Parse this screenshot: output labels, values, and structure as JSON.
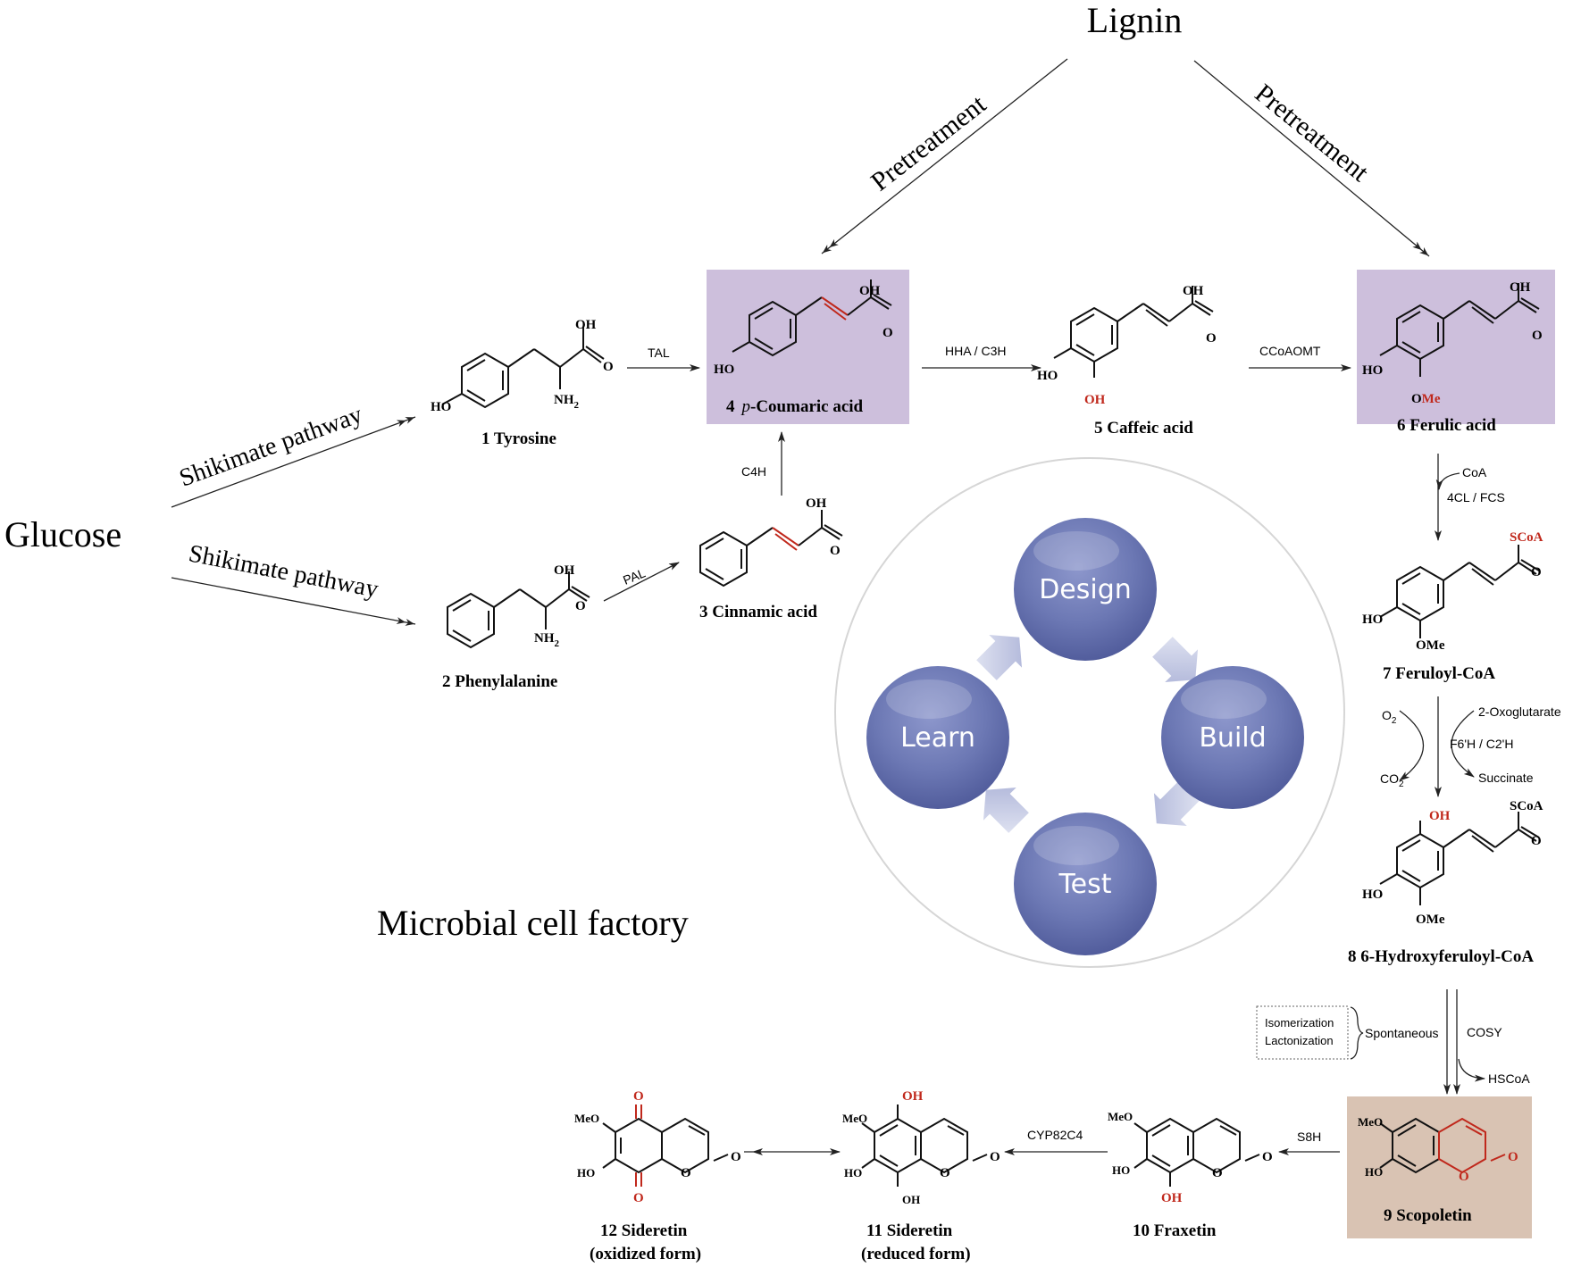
{
  "title": "Lignin",
  "glucose": "Glucose",
  "factory": "Microbial cell factory",
  "routes": {
    "pre_left": "Pretreatment",
    "pre_right": "Pretreatment",
    "shik_up": "Shikimate pathway",
    "shik_down": "Shikimate pathway"
  },
  "enzymes": {
    "tal": "TAL",
    "pal": "PAL",
    "c4h": "C4H",
    "hha": "HHA / C3H",
    "ccoaomt": "CCoAOMT",
    "coa": "CoA",
    "cl4": "4CL / FCS",
    "o2": "O",
    "o2_sub": "2",
    "oxo": "2-Oxoglutarate",
    "f6h": "F6'H / C2'H",
    "co2": "CO",
    "co2_sub": "2",
    "succ": "Succinate",
    "isom": "Isomerization",
    "lact": "Lactonization",
    "spont": "Spontaneous",
    "cosy": "COSY",
    "hscoa": "HSCoA",
    "s8h": "S8H",
    "cyp": "CYP82C4"
  },
  "compounds": {
    "c1": "1  Tyrosine",
    "c2": "2  Phenylalanine",
    "c3": "3  Cinnamic acid",
    "c4_num": "4",
    "c4_p": "p",
    "c4_rest": "-Coumaric acid",
    "c5": "5  Caffeic acid",
    "c6": "6  Ferulic acid",
    "c7": "7  Feruloyl-CoA",
    "c8": "8  6-Hydroxyferuloyl-CoA",
    "c9": "9  Scopoletin",
    "c10": "10  Fraxetin",
    "c11a": "11  Sideretin",
    "c11b": "(reduced form)",
    "c12a": "12  Sideretin",
    "c12b": "(oxidized form)"
  },
  "atoms": {
    "oh": "OH",
    "ho": "HO",
    "o": "O",
    "nh2": "NH",
    "nh2_sub": "2",
    "ome": "OMe",
    "ome_o": "O",
    "ome_me": "Me",
    "meo": "MeO",
    "scoa": "SCoA"
  },
  "cycle": {
    "design": "Design",
    "build": "Build",
    "test": "Test",
    "learn": "Learn"
  },
  "colors": {
    "highlight_purple": "#cdbfdc",
    "highlight_tan": "#d9c3b3",
    "cycle_blue": "#6c78b4",
    "accent_red": "#c0281c"
  }
}
